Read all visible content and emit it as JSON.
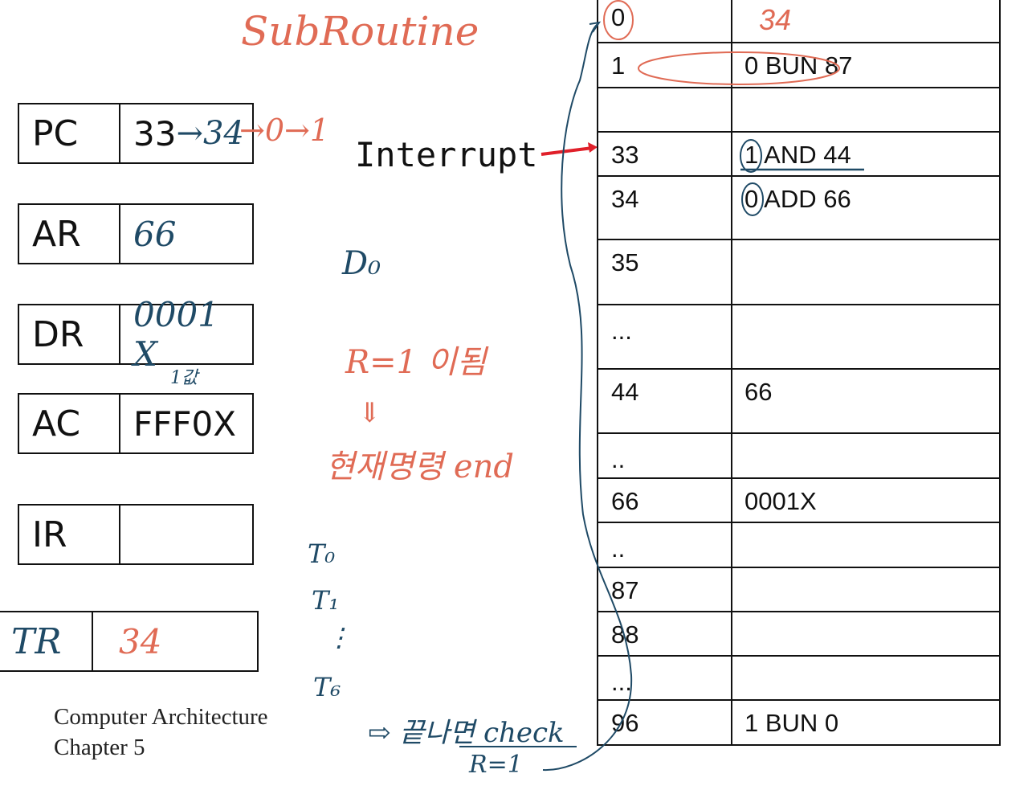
{
  "title_note": "SubRoutine",
  "registers": [
    {
      "name": "PC",
      "value": "33",
      "note_blue": "→34",
      "note_red": "→0→1"
    },
    {
      "name": "AR",
      "value": "66"
    },
    {
      "name": "DR",
      "value": "0001 X",
      "note_below": "1값"
    },
    {
      "name": "AC",
      "value": "FFF0X"
    },
    {
      "name": "IR",
      "value": ""
    },
    {
      "name": "TR",
      "value": "34"
    }
  ],
  "interrupt_label": "Interrupt",
  "d_label": "D₀",
  "r_note": "R=1 이됨",
  "arrow_down": "⇓",
  "end_note": "현재명령 end",
  "timing": [
    "T₀",
    "T₁",
    "⋮",
    "T₆"
  ],
  "check_note": "⇨ 끝나면 check",
  "check_sub": "R=1",
  "footer": [
    "Computer Architecture",
    "Chapter 5"
  ],
  "memory": [
    {
      "addr": "0",
      "content": "34"
    },
    {
      "addr": "1",
      "content": "0 BUN 87"
    },
    {
      "addr": "",
      "content": ""
    },
    {
      "addr": "33",
      "content": "1 AND 44"
    },
    {
      "addr": "34",
      "content": "0 ADD 66"
    },
    {
      "addr": "35",
      "content": ""
    },
    {
      "addr": "...",
      "content": ""
    },
    {
      "addr": "44",
      "content": "66"
    },
    {
      "addr": "..",
      "content": ""
    },
    {
      "addr": "66",
      "content": "0001X"
    },
    {
      "addr": "..",
      "content": ""
    },
    {
      "addr": "87",
      "content": ""
    },
    {
      "addr": "88",
      "content": ""
    },
    {
      "addr": "...",
      "content": ""
    },
    {
      "addr": "96",
      "content": "1 BUN 0"
    }
  ],
  "colors": {
    "red": "#e06b55",
    "blue": "#1f4a66",
    "arrow": "#e0202a"
  }
}
